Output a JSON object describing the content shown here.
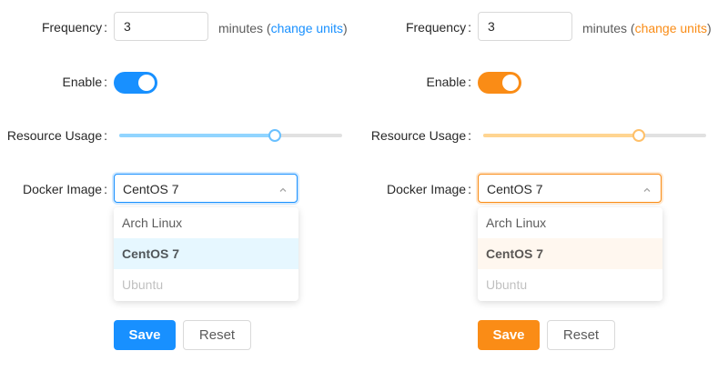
{
  "panels": [
    {
      "theme": "blue",
      "accent_color": "#1890ff",
      "frequency": {
        "label": "Frequency",
        "colon": ":",
        "value": "3",
        "suffix_text": "minutes (",
        "link_text": "change units",
        "suffix_close": ")"
      },
      "enable": {
        "label": "Enable",
        "colon": ":",
        "checked": true
      },
      "resource_usage": {
        "label": "Resource Usage",
        "colon": ":",
        "value_fraction": 0.7
      },
      "docker_image": {
        "label": "Docker Image",
        "colon": ":",
        "selected": "CentOS 7",
        "arrow_icon": "chevron-up-icon",
        "options": [
          {
            "label": "Arch Linux",
            "state": "normal"
          },
          {
            "label": "CentOS 7",
            "state": "selected"
          },
          {
            "label": "Ubuntu",
            "state": "disabled"
          }
        ]
      },
      "buttons": {
        "save": "Save",
        "reset": "Reset"
      }
    },
    {
      "theme": "orange",
      "accent_color": "#fa8c16",
      "frequency": {
        "label": "Frequency",
        "colon": ":",
        "value": "3",
        "suffix_text": "minutes (",
        "link_text": "change units",
        "suffix_close": ")"
      },
      "enable": {
        "label": "Enable",
        "colon": ":",
        "checked": true
      },
      "resource_usage": {
        "label": "Resource Usage",
        "colon": ":",
        "value_fraction": 0.7
      },
      "docker_image": {
        "label": "Docker Image",
        "colon": ":",
        "selected": "CentOS 7",
        "arrow_icon": "chevron-up-icon",
        "options": [
          {
            "label": "Arch Linux",
            "state": "normal"
          },
          {
            "label": "CentOS 7",
            "state": "selected"
          },
          {
            "label": "Ubuntu",
            "state": "disabled"
          }
        ]
      },
      "buttons": {
        "save": "Save",
        "reset": "Reset"
      }
    }
  ]
}
